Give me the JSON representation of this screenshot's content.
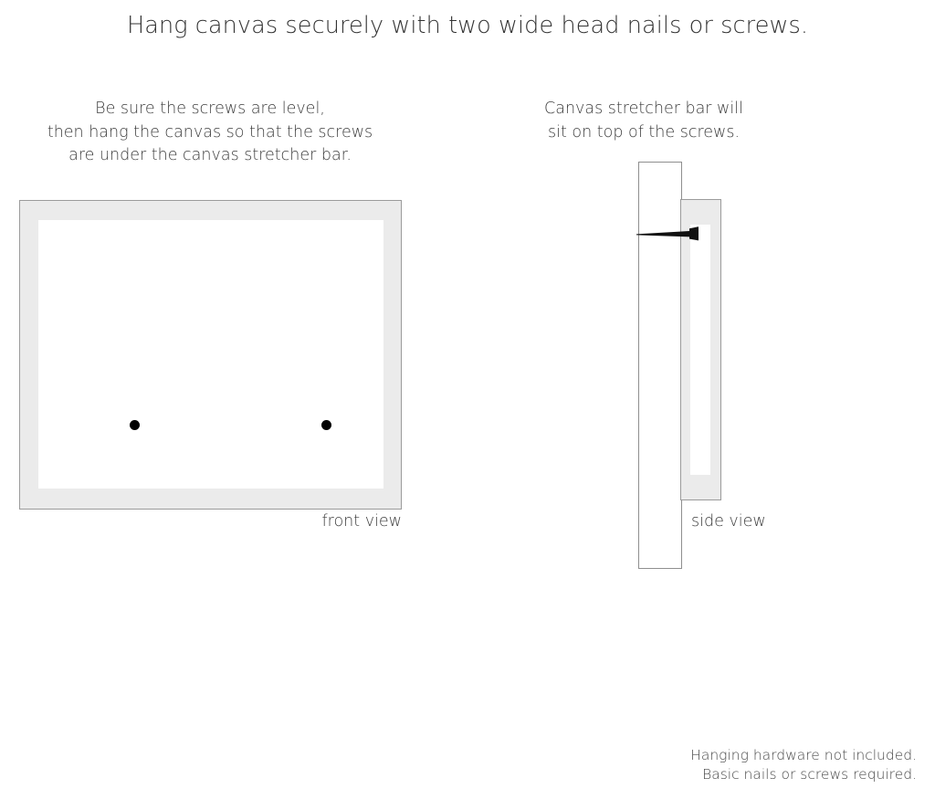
{
  "headline": "Hang canvas securely with two wide head nails or screws.",
  "captions": {
    "left": [
      "Be sure the screws are level,",
      "then hang the canvas so that the screws",
      "are under the canvas stretcher bar."
    ],
    "right": [
      "Canvas stretcher bar will",
      "sit on top of the screws."
    ]
  },
  "views": {
    "front": {
      "label": "front view",
      "screw_count": 2
    },
    "side": {
      "label": "side view"
    }
  },
  "footer": [
    "Hanging hardware not included.",
    "Basic nails or screws required."
  ],
  "colors": {
    "background": "#ffffff",
    "frame_fill": "#ebebeb",
    "frame_border": "#9b9b9b",
    "canvas_face": "#ffffff",
    "wall_border": "#8f8f8f",
    "screw": "#111111",
    "text": "#3a3a3a"
  }
}
